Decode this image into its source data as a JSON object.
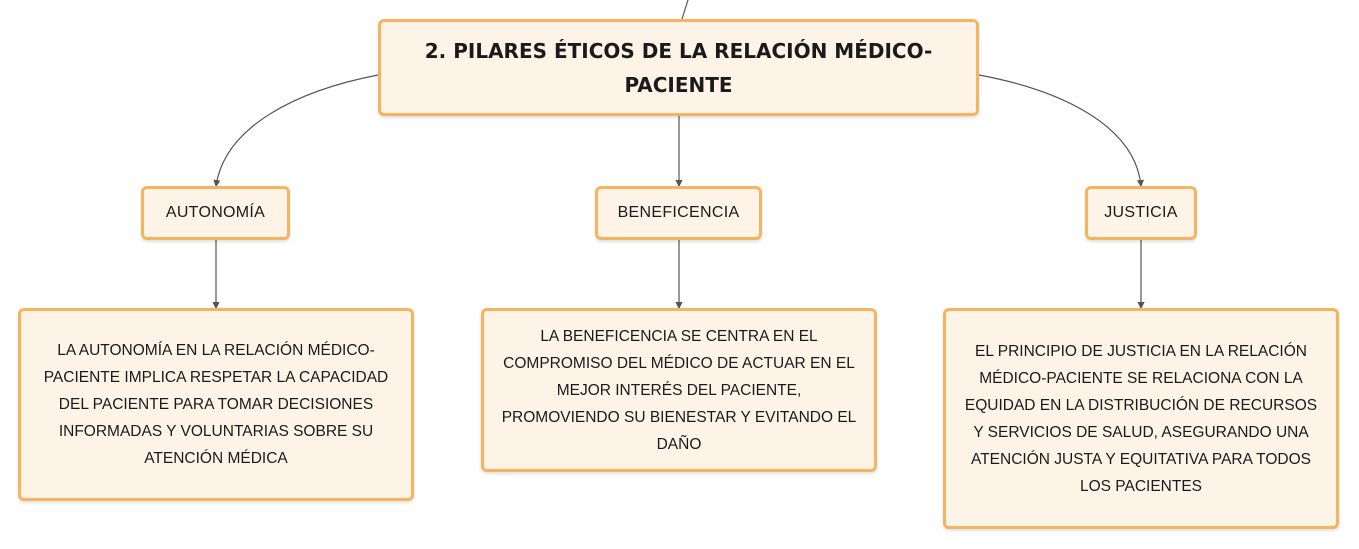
{
  "root": {
    "title_line1": "2. PILARES ÉTICOS DE LA RELACIÓN MÉDICO-",
    "title_line2": "PACIENTE"
  },
  "pillars": [
    {
      "label": "AUTONOMÍA",
      "description": "LA AUTONOMÍA EN LA RELACIÓN MÉDICO-PACIENTE IMPLICA RESPETAR LA CAPACIDAD DEL PACIENTE PARA TOMAR DECISIONES INFORMADAS Y VOLUNTARIAS SOBRE SU ATENCIÓN MÉDICA"
    },
    {
      "label": "BENEFICENCIA",
      "description": "LA BENEFICENCIA SE CENTRA EN EL COMPROMISO DEL MÉDICO DE ACTUAR EN EL MEJOR INTERÉS DEL PACIENTE, PROMOVIENDO SU BIENESTAR Y EVITANDO EL DAÑO"
    },
    {
      "label": "JUSTICIA",
      "description": "EL PRINCIPIO DE JUSTICIA EN LA RELACIÓN MÉDICO-PACIENTE SE RELACIONA CON LA EQUIDAD EN LA DISTRIBUCIÓN DE RECURSOS Y SERVICIOS DE SALUD, ASEGURANDO UNA ATENCIÓN JUSTA Y EQUITATIVA PARA TODOS LOS PACIENTES"
    }
  ],
  "colors": {
    "node_fill": "#fdf3e7",
    "node_border": "#f5b560",
    "connector": "#555555",
    "text": "#1a1a1a"
  }
}
